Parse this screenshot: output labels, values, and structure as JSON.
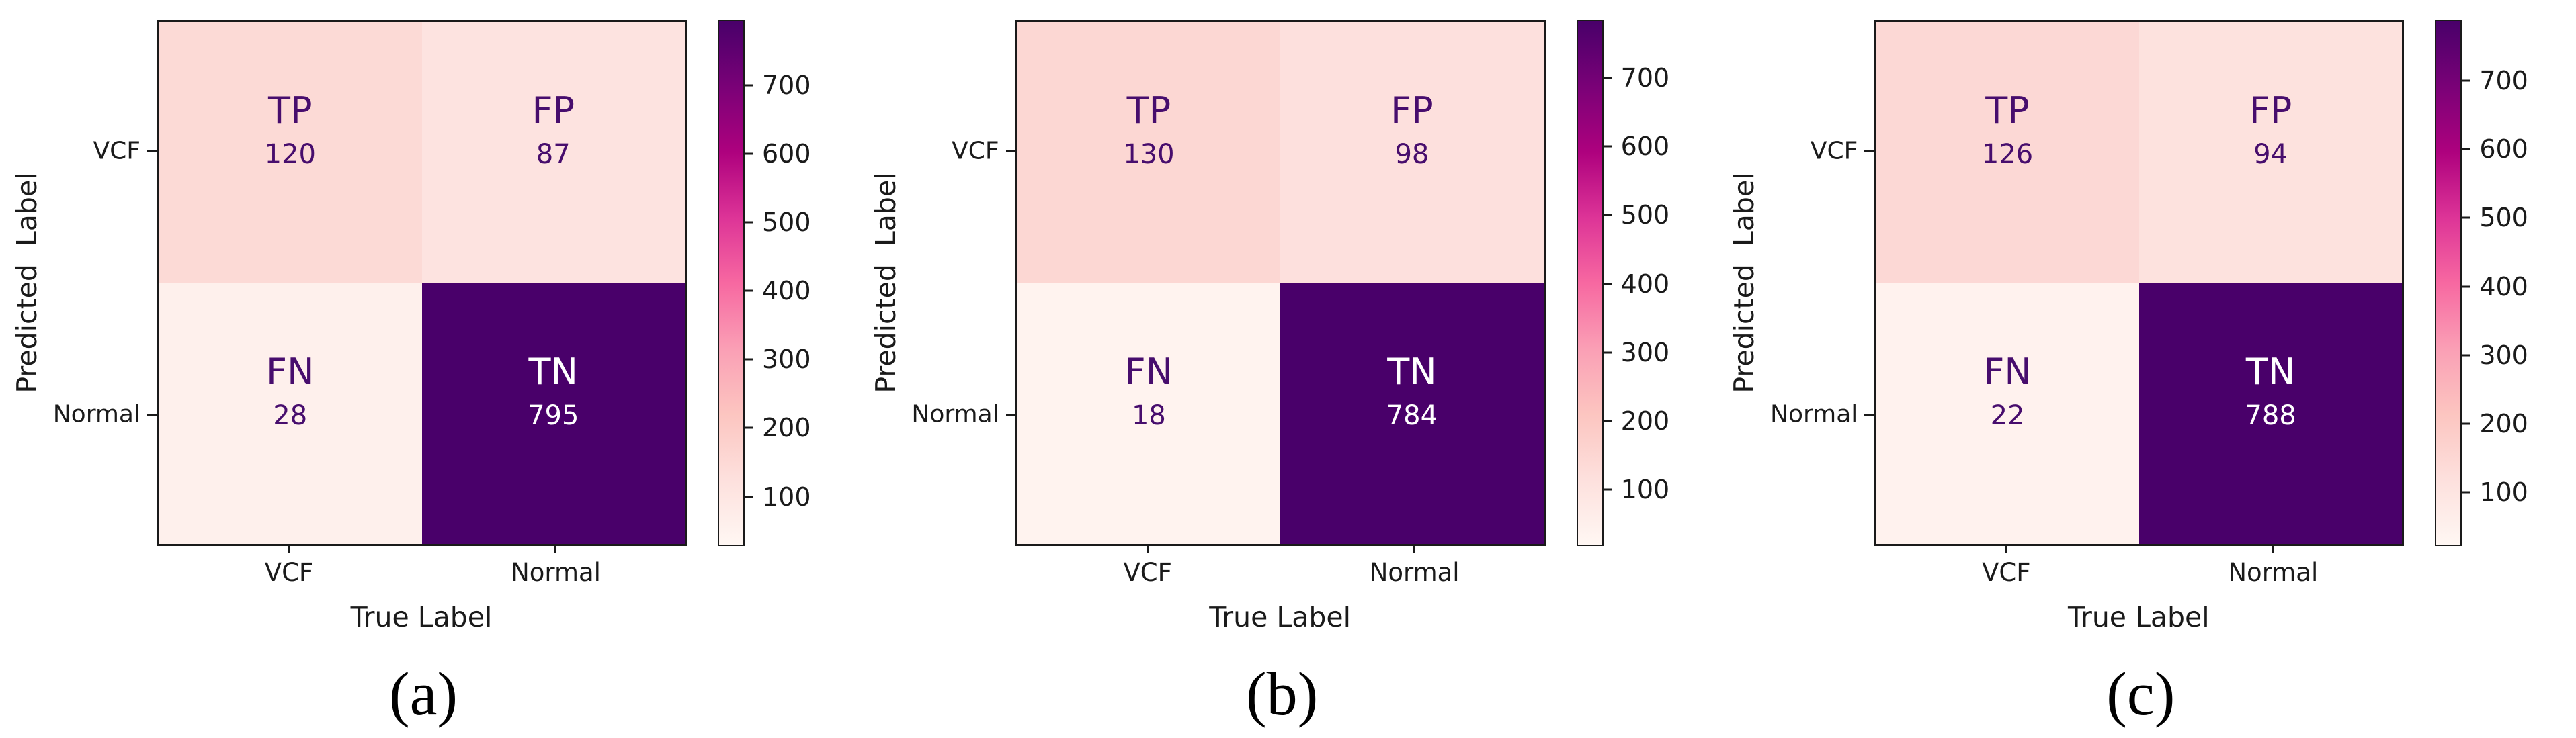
{
  "figure": {
    "background": "#ffffff",
    "axis_color": "#1a1a1a",
    "annotation_dark_color": "#470d6d",
    "annotation_light_color": "#ffffff",
    "colormap_name": "RdPu",
    "colormap_stops": [
      "#fff7f3",
      "#fde0dd",
      "#fcc5c0",
      "#fa9fb5",
      "#f768a1",
      "#dd3497",
      "#ae017e",
      "#7a0177",
      "#49006a"
    ]
  },
  "chart_data": [
    {
      "type": "heatmap",
      "caption": "(a)",
      "xlabel": "True Label",
      "ylabel": "Predicted  Label",
      "x_categories": [
        "VCF",
        "Normal"
      ],
      "y_categories": [
        "VCF",
        "Normal"
      ],
      "cells": [
        {
          "label": "TP",
          "value": 120,
          "row": "VCF",
          "col": "VCF",
          "bg": "#fcdad6",
          "fg": "#470d6d"
        },
        {
          "label": "FP",
          "value": 87,
          "row": "VCF",
          "col": "Normal",
          "bg": "#fde3e0",
          "fg": "#470d6d"
        },
        {
          "label": "FN",
          "value": 28,
          "row": "Normal",
          "col": "VCF",
          "bg": "#fef0ec",
          "fg": "#470d6d"
        },
        {
          "label": "TN",
          "value": 795,
          "row": "Normal",
          "col": "Normal",
          "bg": "#49006a",
          "fg": "#ffffff"
        }
      ],
      "colorbar": {
        "vmin": 28,
        "vmax": 795,
        "ticks": [
          100,
          200,
          300,
          400,
          500,
          600,
          700
        ]
      }
    },
    {
      "type": "heatmap",
      "caption": "(b)",
      "xlabel": "True Label",
      "ylabel": "Predicted  Label",
      "x_categories": [
        "VCF",
        "Normal"
      ],
      "y_categories": [
        "VCF",
        "Normal"
      ],
      "cells": [
        {
          "label": "TP",
          "value": 130,
          "row": "VCF",
          "col": "VCF",
          "bg": "#fcd7d3",
          "fg": "#470d6d"
        },
        {
          "label": "FP",
          "value": 98,
          "row": "VCF",
          "col": "Normal",
          "bg": "#fde0dd",
          "fg": "#470d6d"
        },
        {
          "label": "FN",
          "value": 18,
          "row": "Normal",
          "col": "VCF",
          "bg": "#fff3ef",
          "fg": "#470d6d"
        },
        {
          "label": "TN",
          "value": 784,
          "row": "Normal",
          "col": "Normal",
          "bg": "#49006a",
          "fg": "#ffffff"
        }
      ],
      "colorbar": {
        "vmin": 18,
        "vmax": 784,
        "ticks": [
          100,
          200,
          300,
          400,
          500,
          600,
          700
        ]
      }
    },
    {
      "type": "heatmap",
      "caption": "(c)",
      "xlabel": "True Label",
      "ylabel": "Predicted  Label",
      "x_categories": [
        "VCF",
        "Normal"
      ],
      "y_categories": [
        "VCF",
        "Normal"
      ],
      "cells": [
        {
          "label": "TP",
          "value": 126,
          "row": "VCF",
          "col": "VCF",
          "bg": "#fcd8d5",
          "fg": "#470d6d"
        },
        {
          "label": "FP",
          "value": 94,
          "row": "VCF",
          "col": "Normal",
          "bg": "#fde2de",
          "fg": "#470d6d"
        },
        {
          "label": "FN",
          "value": 22,
          "row": "Normal",
          "col": "VCF",
          "bg": "#fff2ee",
          "fg": "#470d6d"
        },
        {
          "label": "TN",
          "value": 788,
          "row": "Normal",
          "col": "Normal",
          "bg": "#49006a",
          "fg": "#ffffff"
        }
      ],
      "colorbar": {
        "vmin": 22,
        "vmax": 788,
        "ticks": [
          100,
          200,
          300,
          400,
          500,
          600,
          700
        ]
      }
    }
  ]
}
